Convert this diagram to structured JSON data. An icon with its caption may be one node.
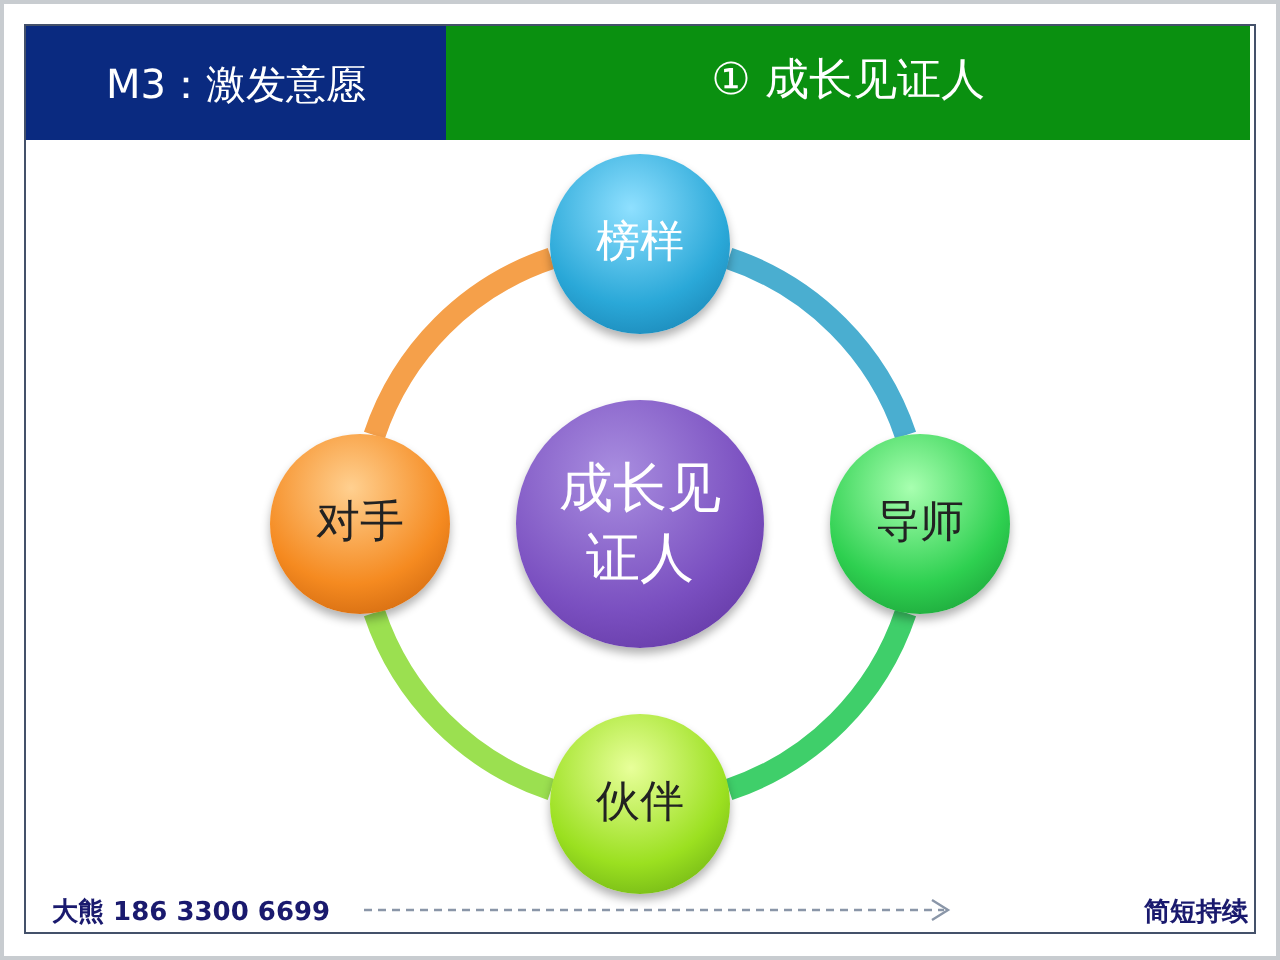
{
  "diagram": {
    "nodes": [
      {
        "text": [
          "M3：激发意愿"
        ]
      },
      {
        "text": [
          "① 成长见证人"
        ]
      },
      {
        "text": [
          "成长见证人"
        ]
      },
      {
        "text": [
          "榜样"
        ]
      },
      {
        "text": [
          "导师"
        ]
      },
      {
        "text": [
          "伙伴"
        ]
      },
      {
        "text": [
          "对手"
        ]
      }
    ],
    "edges": [
      {
        "from": 3,
        "to": 4,
        "arrow": "none",
        "color": "#4aaed0"
      },
      {
        "from": 4,
        "to": 5,
        "arrow": "none",
        "color": "#3fcf6a"
      },
      {
        "from": 5,
        "to": 6,
        "arrow": "none",
        "color": "#9be050"
      },
      {
        "from": 6,
        "to": 3,
        "arrow": "none",
        "color": "#f5a04a"
      }
    ],
    "labels": [
      "大熊 186 3300 6699",
      "简短持续"
    ]
  }
}
